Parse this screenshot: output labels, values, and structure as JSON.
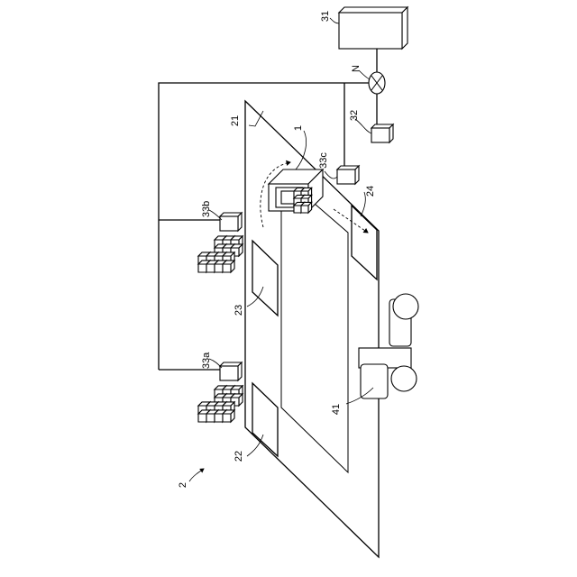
{
  "labels": {
    "fig": "2",
    "floor": "21",
    "area_22": "22",
    "area_23": "23",
    "area_24": "24",
    "robot": "1",
    "camera_33a": "33a",
    "camera_33b": "33b",
    "camera_33c": "33c",
    "server": "31",
    "network": "N",
    "device_32": "32",
    "vehicle": "41"
  }
}
